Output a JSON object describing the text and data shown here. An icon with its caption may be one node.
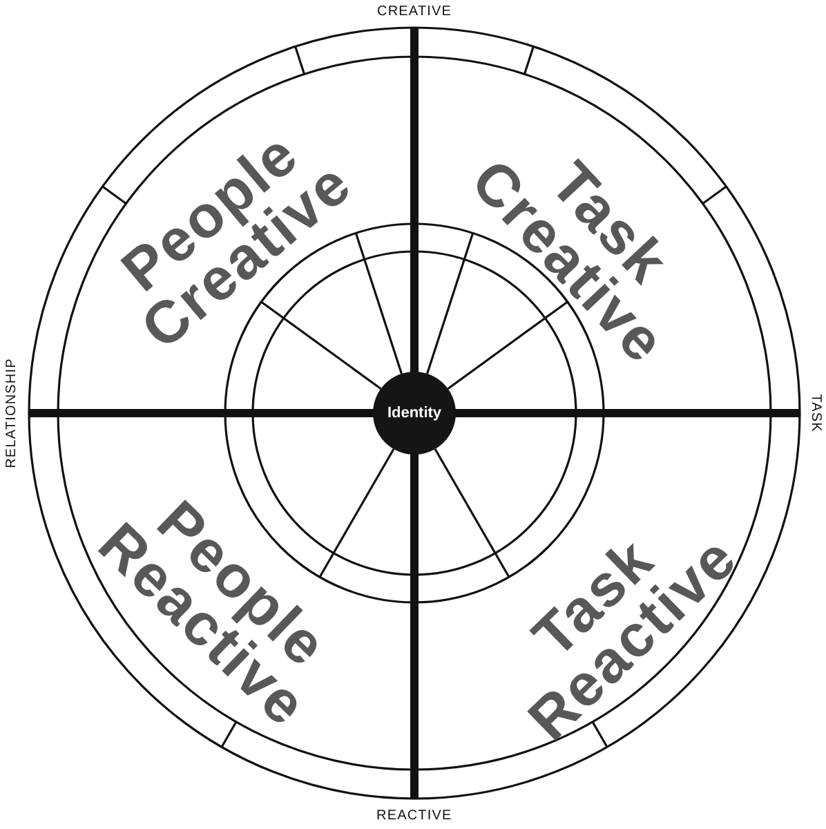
{
  "diagram": {
    "nodes": [
      {
        "text": [
          "People Creative"
        ]
      },
      {
        "text": [
          "Task Creative"
        ]
      },
      {
        "text": [
          "Identity"
        ]
      },
      {
        "text": [
          "People Reactive"
        ]
      },
      {
        "text": [
          "Task Reactive"
        ]
      }
    ],
    "labels": [
      "CREATIVE",
      "RELATIONSHIP",
      "TASK",
      "REACTIVE"
    ]
  }
}
